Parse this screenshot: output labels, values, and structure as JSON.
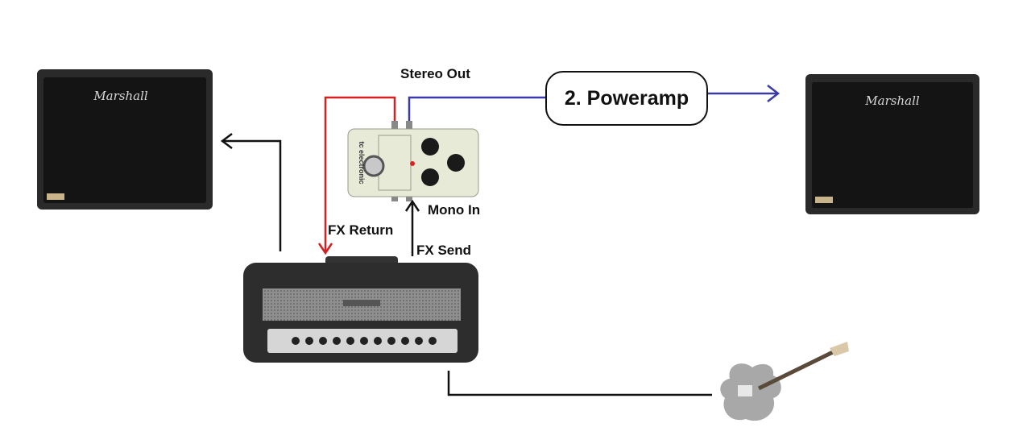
{
  "labels": {
    "stereo_out": "Stereo Out",
    "mono_in": "Mono In",
    "fx_return": "FX Return",
    "fx_send": "FX Send",
    "poweramp": "2. Poweramp"
  },
  "brands": {
    "cabinet": "Marshall",
    "pedal": "tc electronic"
  },
  "icons": [
    "speaker-cabinet-icon",
    "guitar-amp-head-icon",
    "effects-pedal-icon",
    "electric-guitar-icon"
  ],
  "colors": {
    "return_cable": "#d42020",
    "output_cable": "#3a3aa8",
    "signal_cable": "#111111",
    "pedal_body": "#e8ead8"
  }
}
